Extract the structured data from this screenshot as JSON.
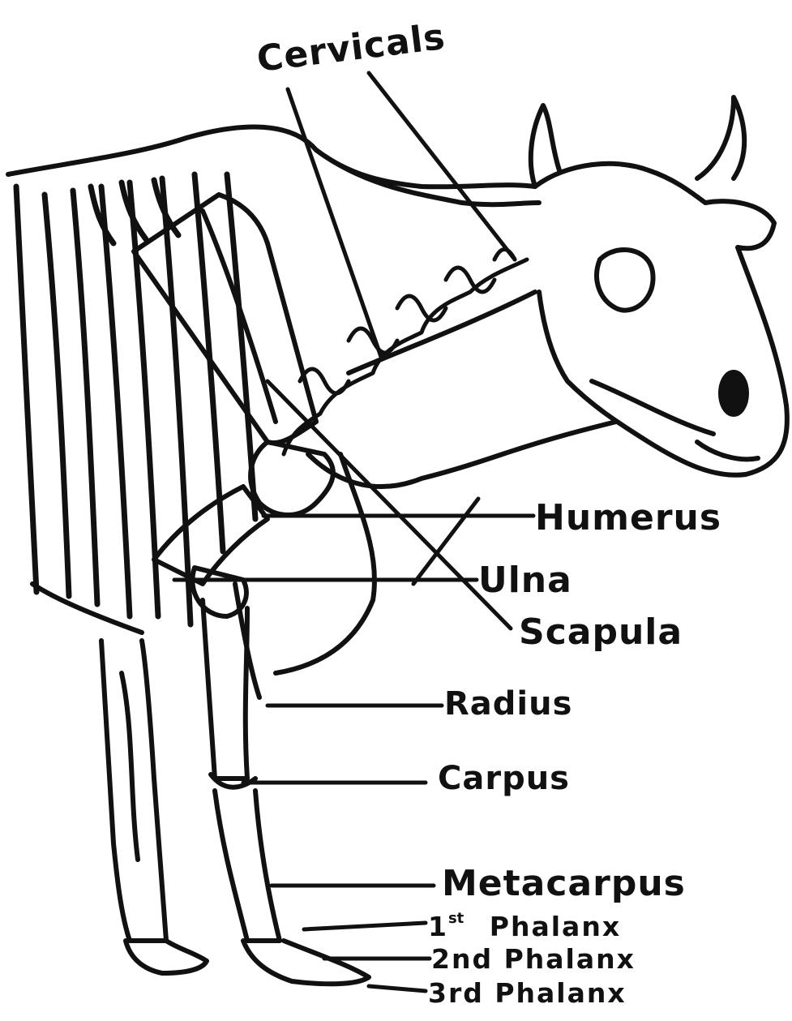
{
  "colors": {
    "ink": "#111111",
    "paper": "#ffffff"
  },
  "labels": {
    "cervicals": "Cervicals",
    "humerus": "Humerus",
    "ulna": "Ulna",
    "scapula": "Scapula",
    "radius": "Radius",
    "carpus": "Carpus",
    "metacarpus": "Metacarpus",
    "phalanx1_num": "1",
    "phalanx1_suffix": "st",
    "phalanx1_word": "Phalanx",
    "phalanx2": "2nd Phalanx",
    "phalanx3": "3rd Phalanx"
  }
}
